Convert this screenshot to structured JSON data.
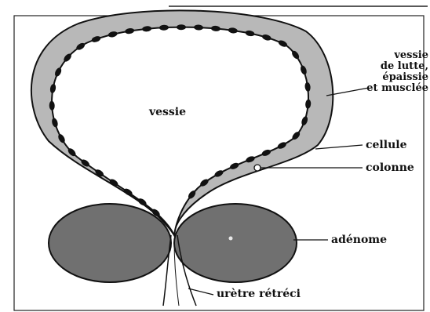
{
  "labels": {
    "bladder_center": "vessie",
    "bladder_wall": [
      "vessie",
      "de lutte,",
      "épaissie",
      "et musclée"
    ],
    "cell": "cellule",
    "column": "colonne",
    "adenoma": "adénome",
    "urethra": "urètre rétréci"
  },
  "colors": {
    "wall_fill": "#b8b8b8",
    "adenoma_fill": "#707070",
    "outline": "#111111",
    "column_fill": "#111111",
    "background": "#ffffff"
  }
}
